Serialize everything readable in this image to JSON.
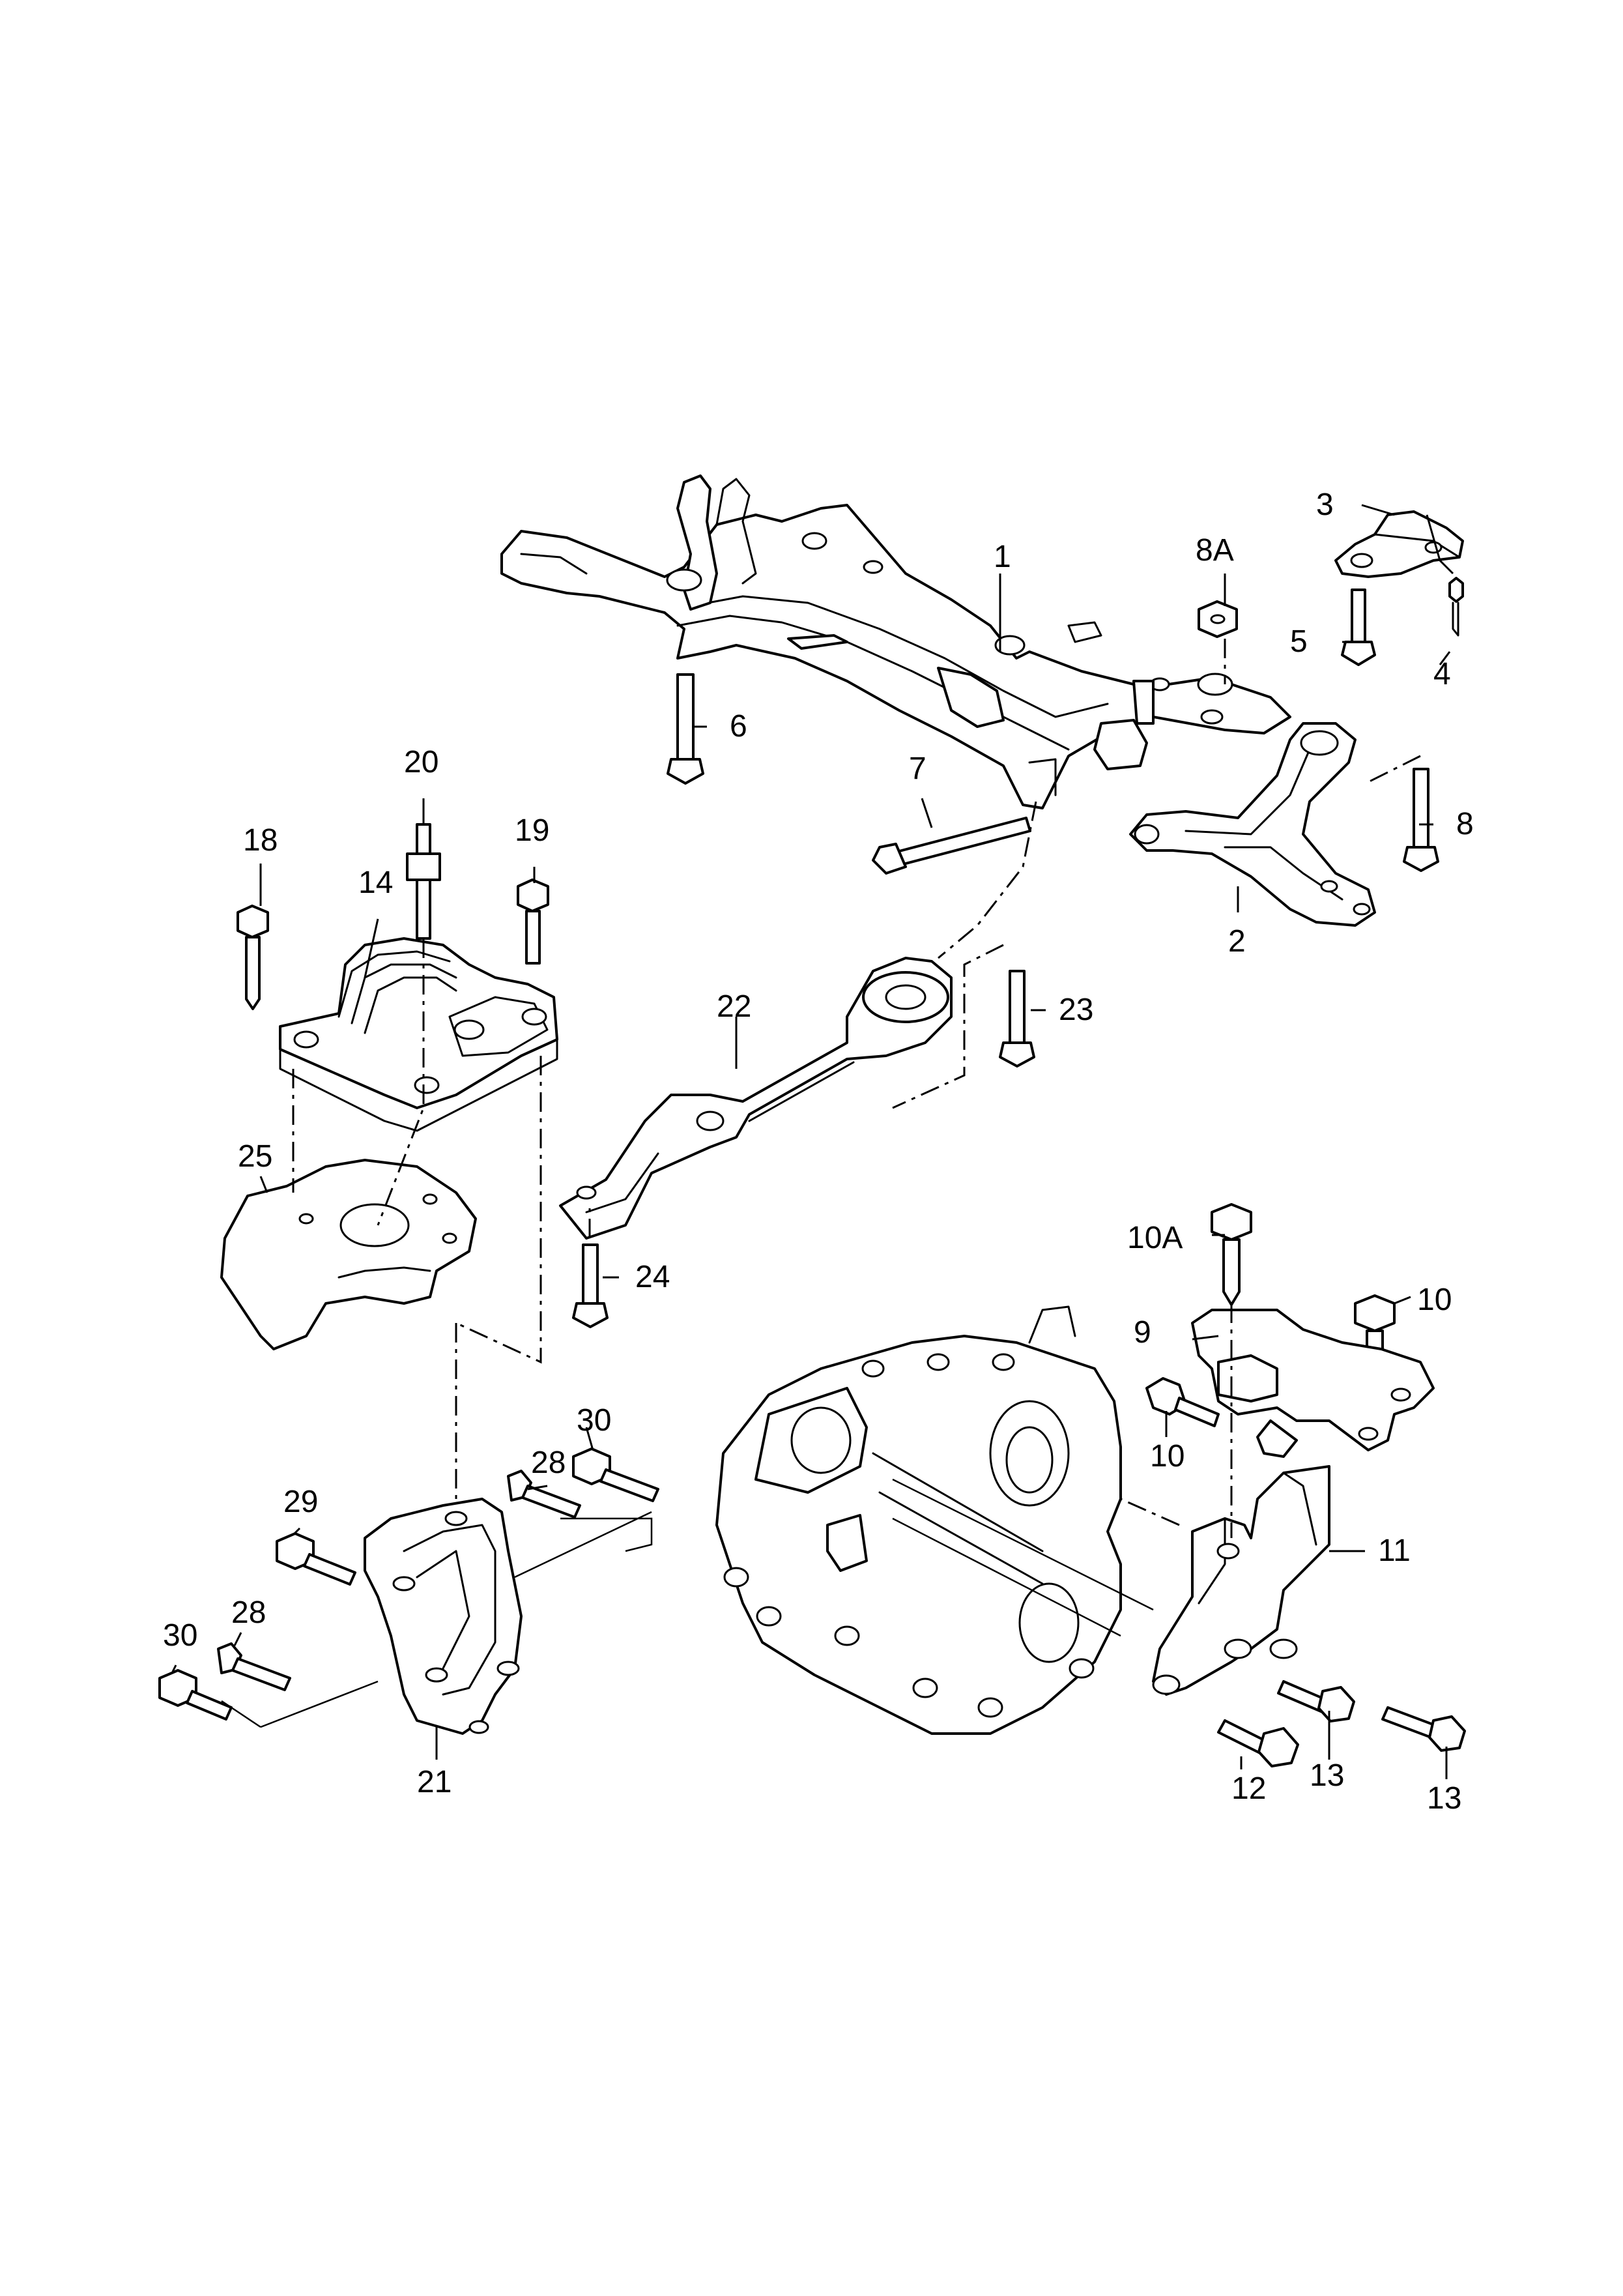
{
  "labels": {
    "p1": "1",
    "p2": "2",
    "p3": "3",
    "p4": "4",
    "p5": "5",
    "p6": "6",
    "p7": "7",
    "p8": "8",
    "p8a": "8A",
    "p9": "9",
    "p10a": "10A",
    "p10a_": "10",
    "p10b_": "10",
    "p11": "11",
    "p12": "12",
    "p13a": "13",
    "p13b": "13",
    "p14": "14",
    "p18": "18",
    "p19": "19",
    "p20": "20",
    "p21": "21",
    "p22": "22",
    "p23": "23",
    "p24": "24",
    "p25": "25",
    "p28a": "28",
    "p28b": "28",
    "p29": "29",
    "p30a": "30",
    "p30b": "30"
  }
}
